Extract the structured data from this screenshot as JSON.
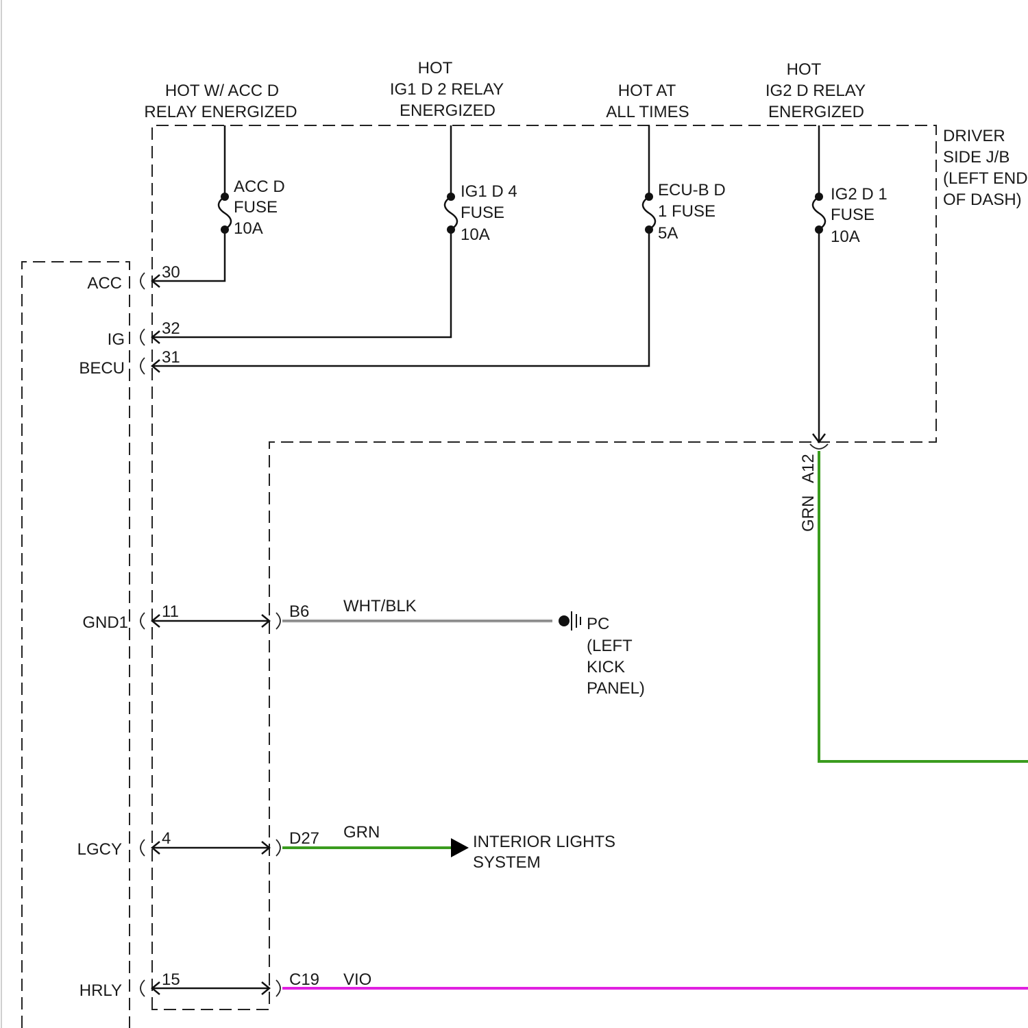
{
  "colors": {
    "wire_black": "#111111",
    "wire_green": "#3a9c1e",
    "wire_violet": "#e020e0",
    "wire_gray": "#bdbdbd",
    "dashed_border": "#222222"
  },
  "headers": {
    "acc": [
      "HOT W/ ACC D",
      "RELAY ENERGIZED"
    ],
    "ig1": [
      "HOT",
      "IG1 D 2 RELAY",
      "ENERGIZED"
    ],
    "ecu": [
      "HOT AT",
      "ALL TIMES"
    ],
    "ig2": [
      "HOT",
      "IG2 D RELAY",
      "ENERGIZED"
    ]
  },
  "junction_block": [
    "DRIVER",
    "SIDE J/B",
    "(LEFT END",
    "OF DASH)"
  ],
  "fuses": {
    "acc": [
      "ACC D",
      "FUSE",
      "10A"
    ],
    "ig1": [
      "IG1 D 4",
      "FUSE",
      "10A"
    ],
    "ecu": [
      "ECU-B D",
      "1 FUSE",
      "5A"
    ],
    "ig2": [
      "IG2 D 1",
      "FUSE",
      "10A"
    ]
  },
  "module_pins": {
    "acc": {
      "label": "ACC",
      "pin": "30"
    },
    "ig": {
      "label": "IG",
      "pin": "32"
    },
    "becu": {
      "label": "BECU",
      "pin": "31"
    },
    "gnd1": {
      "label": "GND1",
      "pin": "11"
    },
    "lgcy": {
      "label": "LGCY",
      "pin": "4"
    },
    "hrly": {
      "label": "HRLY",
      "pin": "15"
    }
  },
  "connector_a12": {
    "pin": "A12",
    "wire": "GRN"
  },
  "circuits": {
    "gnd": {
      "pin": "B6",
      "wire": "WHT/BLK",
      "destination": [
        "PC",
        "(LEFT",
        "KICK",
        "PANEL)"
      ]
    },
    "lgcy": {
      "pin": "D27",
      "wire": "GRN",
      "destination": [
        "INTERIOR LIGHTS",
        "SYSTEM"
      ]
    },
    "hrly": {
      "pin": "C19",
      "wire": "VIO"
    }
  }
}
